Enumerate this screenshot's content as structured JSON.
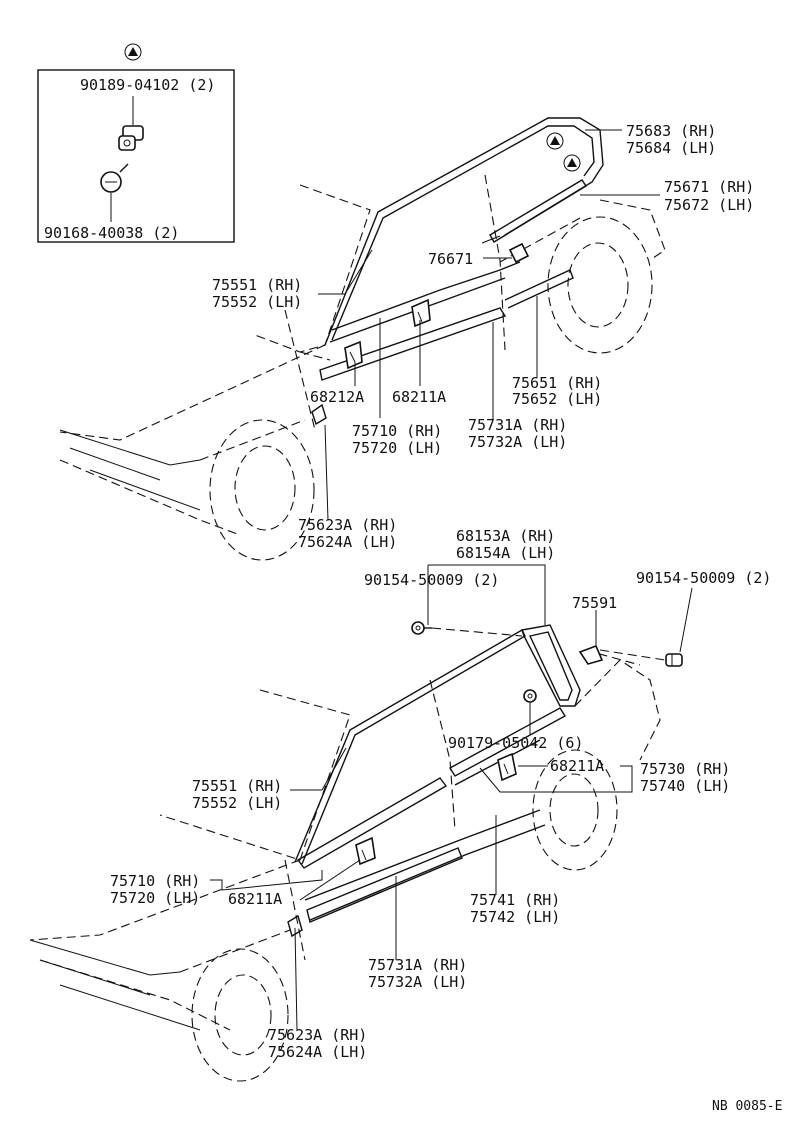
{
  "inset": {
    "clip_part": "90189-04102 (2)",
    "screw_part": "90168-40038 (2)"
  },
  "upper": {
    "roof_molding": [
      "75683 (RH)",
      "75684 (LH)"
    ],
    "belt_molding_rear": [
      "75671 (RH)",
      "75672 (LH)"
    ],
    "clip": "76671",
    "windshield_molding": [
      "75551 (RH)",
      "75552 (LH)"
    ],
    "clip_a": "68212A",
    "clip_b": "68211A",
    "rocker_rear": [
      "75651 (RH)",
      "75652 (LH)"
    ],
    "door_molding": [
      "75731A (RH)",
      "75732A (LH)"
    ],
    "belt_front": [
      "75710 (RH)",
      "75720 (LH)"
    ],
    "fender_molding": [
      "75623A (RH)",
      "75624A (LH)"
    ]
  },
  "lower": {
    "rear_window_molding": [
      "68153A (RH)",
      "68154A (LH)"
    ],
    "bolt_left": "90154-50009 (2)",
    "bolt_right": "90154-50009 (2)",
    "bracket": "75591",
    "nut": "90179-05042 (6)",
    "clip_rear": "68211A",
    "belt_rear": [
      "75730 (RH)",
      "75740 (LH)"
    ],
    "windshield_molding": [
      "75551 (RH)",
      "75552 (LH)"
    ],
    "belt_front": [
      "75710 (RH)",
      "75720 (LH)"
    ],
    "clip_front": "68211A",
    "rocker_rear": [
      "75741 (RH)",
      "75742 (LH)"
    ],
    "door_molding": [
      "75731A (RH)",
      "75732A (LH)"
    ],
    "fender_molding": [
      "75623A (RH)",
      "75624A (LH)"
    ]
  },
  "footer_code": "NB 0085-E"
}
